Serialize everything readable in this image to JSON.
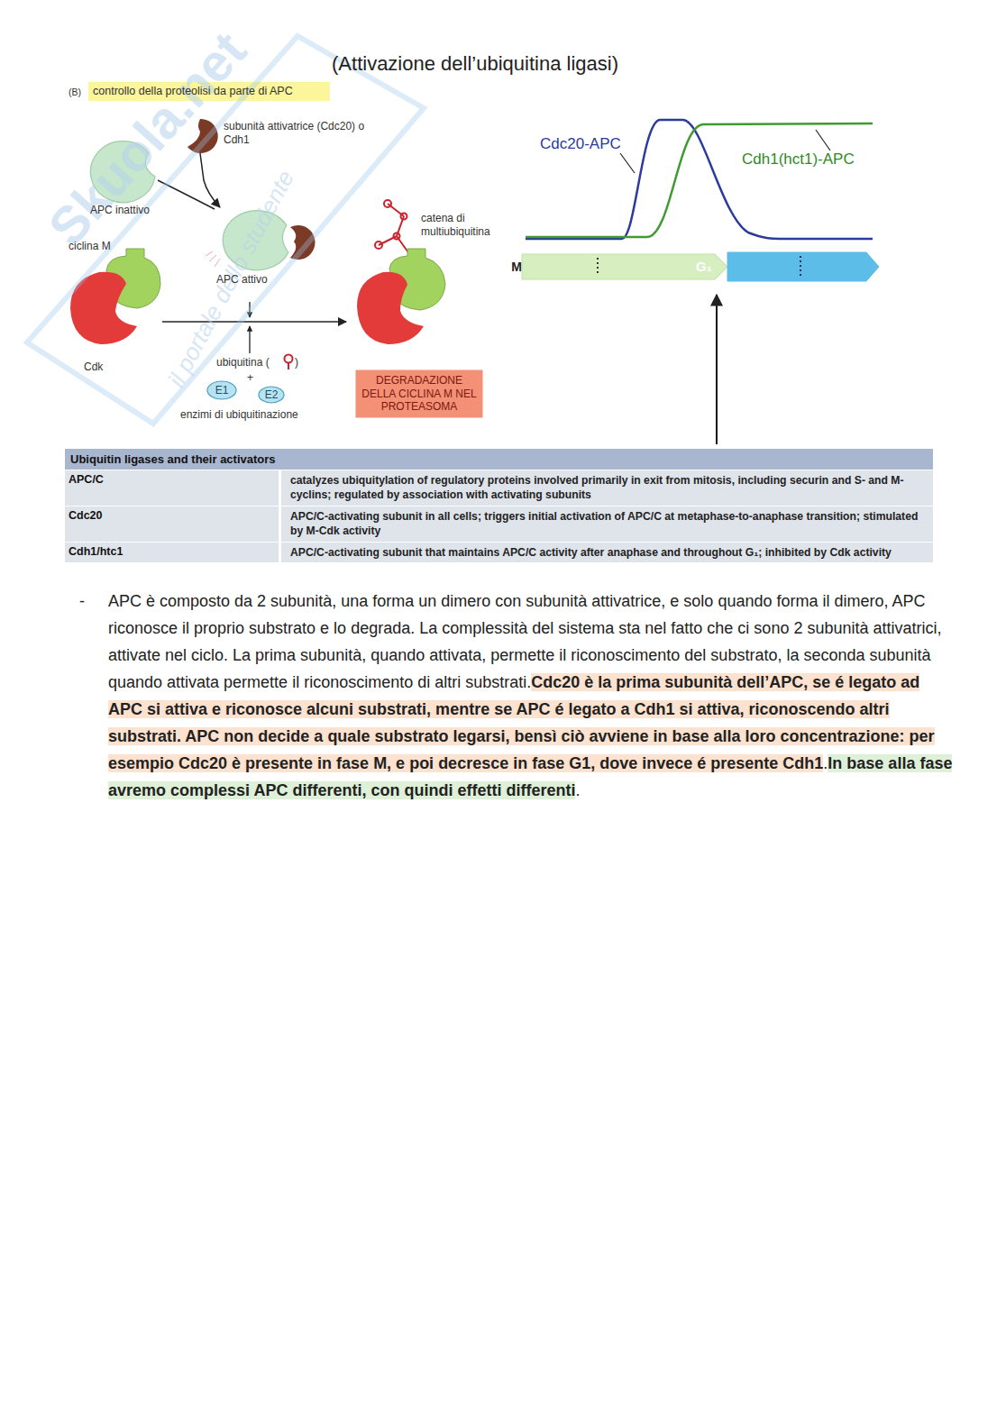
{
  "diagram": {
    "title": "(Attivazione dell’ubiquitina ligasi)",
    "nodes": [
      {
        "text": [
          "E1"
        ]
      },
      {
        "text": [
          "E2"
        ]
      },
      {
        "text": [
          "DEGRADAZIONE DELLA CICLINA M NEL PROTEASOMA"
        ]
      },
      {
        "text": [
          "M"
        ]
      },
      {
        "text": [
          "G₁"
        ]
      }
    ],
    "labels": [
      "(B)",
      "controllo della proteolisi da parte di APC",
      "subunità attivatrice (Cdc20) o Cdh1",
      "APC inattivo",
      "catena di multiubiquitina",
      "ciclina M",
      "APC attivo",
      "Cdk",
      "ubiquitina (",
      ")",
      "+",
      "enzimi di ubiquitinazione",
      "Cdc20-APC",
      "Cdh1(hct1)-APC",
      "Ubiquitin ligases and their activators",
      "APC/C",
      "catalyzes ubiquitylation of regulatory proteins involved primarily in exit from mitosis, including securin and S- and M-cyclins; regulated by association with activating subunits",
      "Cdc20",
      "APC/C-activating subunit in all cells; triggers initial activation of APC/C at metaphase-to-anaphase transition; stimulated by M-Cdk activity",
      "Cdh1/htc1",
      "APC/C-activating subunit that maintains APC/C activity after anaphase and throughout G₁; inhibited by Cdk activity",
      "-",
      "APC è composto da 2 subunità, una forma un dimero con subunità attivatrice, e solo quando forma il dimero, APC riconosce il proprio substrato e lo degrada. La complessità del sistema sta nel fatto che ci sono 2 subunità attivatrici, attivate nel ciclo. La prima subunità, quando attivata, permette il riconoscimento del substrato, la seconda subunità quando attivata permette il riconoscimento di altri substrati.",
      "Cdc20 è la prima subunità dell’APC, se é legato ad APC si attiva e riconosce alcuni substrati, mentre se APC é legato a Cdh1 si attiva, riconoscendo altri substrati. APC non decide a quale substrato legarsi, bensì ciò avviene in base alla loro concentrazione: per esempio Cdc20 è presente in fase M, e poi decresce in fase G1, dove invece é presente Cdh1",
      ".",
      "In base alla fase avremo complessi APC differenti, con quindi effetti differenti",
      ".",
      "Skuola.net",
      "il portale dello studente"
    ]
  }
}
